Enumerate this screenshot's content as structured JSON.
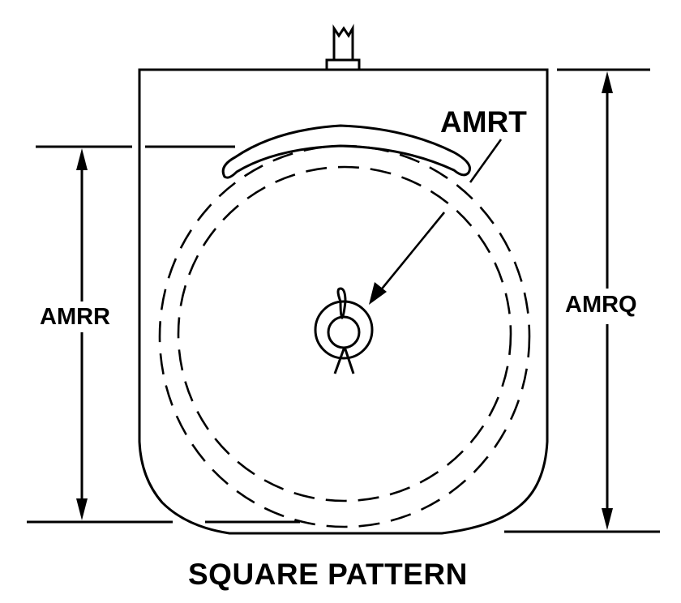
{
  "diagram": {
    "title": "SQUARE PATTERN",
    "labels": {
      "amrt": "AMRT",
      "amrr": "AMRR",
      "amrq": "AMRQ"
    },
    "colors": {
      "line": "#000000",
      "background": "#ffffff"
    }
  }
}
